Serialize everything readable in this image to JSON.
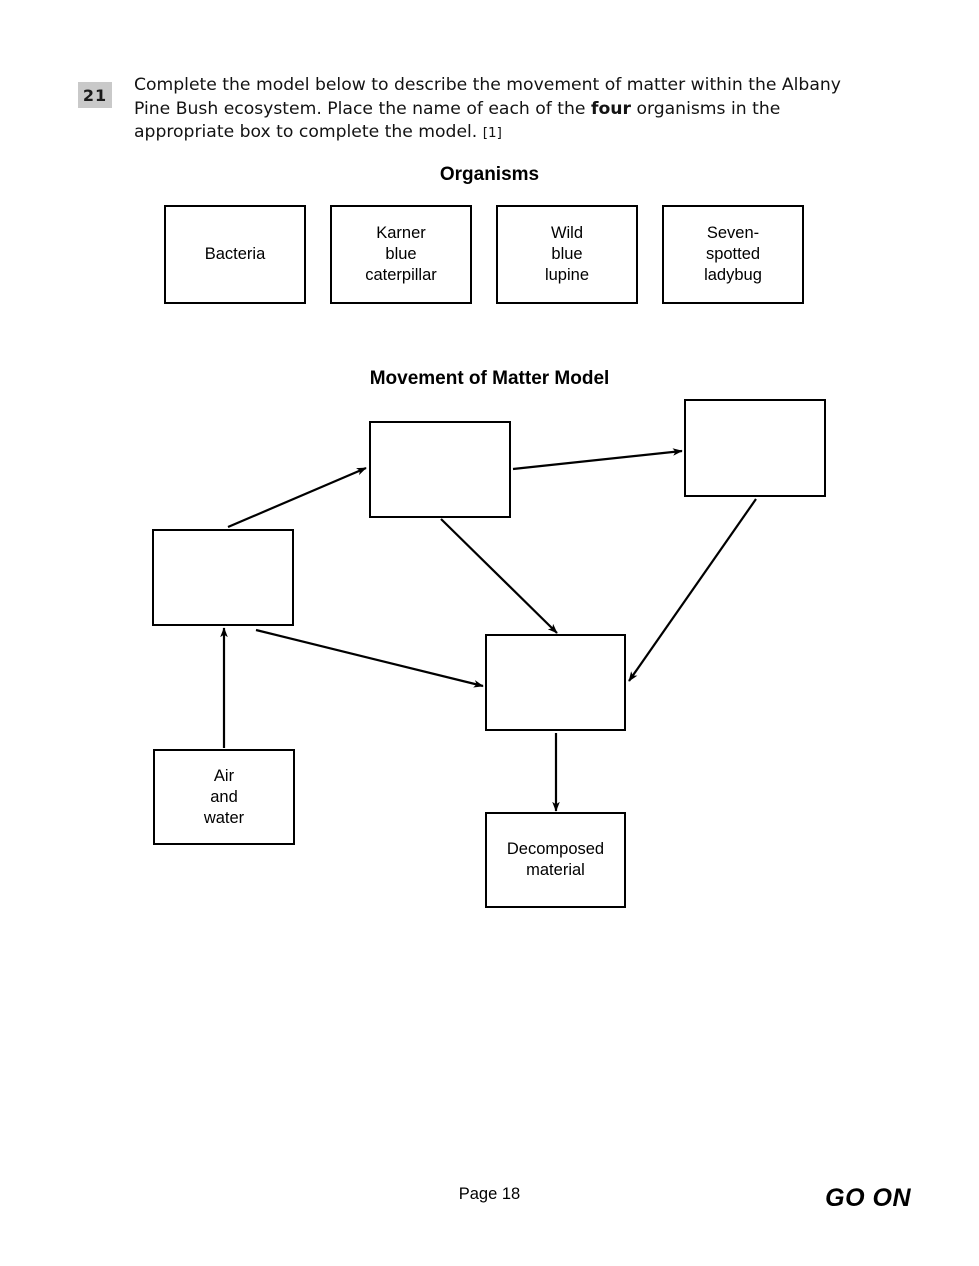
{
  "question": {
    "number": "21",
    "line1": "Complete the model below to describe the movement of matter within the",
    "line2_a": "Albany Pine Bush ecosystem. Place the name of each of the ",
    "line2_bold": "four",
    "line2_b": " organisms in the",
    "line3": "appropriate box to complete the model.",
    "marks": "[1]"
  },
  "organisms_section": {
    "heading": "Organisms",
    "boxes": [
      {
        "label": "Bacteria"
      },
      {
        "label": "Karner\nblue\ncaterpillar"
      },
      {
        "label": "Wild\nblue\nlupine"
      },
      {
        "label": "Seven-\nspotted\nladybug"
      }
    ]
  },
  "model_section": {
    "heading": "Movement of Matter Model",
    "boxes": [
      {
        "id": "top-middle",
        "label": ""
      },
      {
        "id": "top-right",
        "label": ""
      },
      {
        "id": "left",
        "label": ""
      },
      {
        "id": "center",
        "label": ""
      },
      {
        "id": "air-water",
        "label": "Air\nand\nwater"
      },
      {
        "id": "decomposed",
        "label": "Decomposed\nmaterial"
      }
    ],
    "arrows": [
      {
        "name": "left-to-top-middle",
        "from": "left",
        "to": "top-middle"
      },
      {
        "name": "top-middle-to-top-right",
        "from": "top-middle",
        "to": "top-right"
      },
      {
        "name": "top-middle-to-center",
        "from": "top-middle",
        "to": "center"
      },
      {
        "name": "top-right-to-center",
        "from": "top-right",
        "to": "center"
      },
      {
        "name": "left-to-center",
        "from": "left",
        "to": "center"
      },
      {
        "name": "air-water-to-left",
        "from": "air-water",
        "to": "left"
      },
      {
        "name": "center-to-decomposed",
        "from": "center",
        "to": "decomposed"
      }
    ]
  },
  "footer": {
    "page_label": "Page 18",
    "continue_label": "GO ON"
  },
  "colors": {
    "question_badge_bg": "#c9c9c9",
    "box_border": "#000000",
    "text": "#000000",
    "page_bg": "#ffffff"
  }
}
